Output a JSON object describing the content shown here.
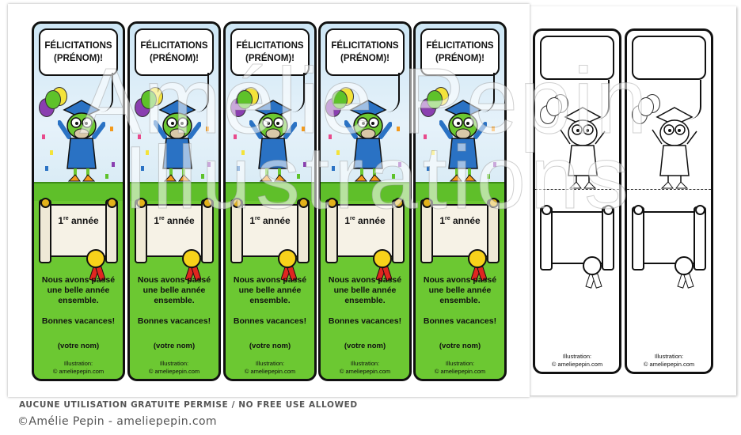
{
  "color_bookmarks": [
    {
      "bubble_line1": "FÉLICITATIONS",
      "bubble_line2": "(PRÉNOM)!",
      "grade_num": "1",
      "grade_sup": "re",
      "grade_word": "année",
      "msg_l1": "Nous avons passé",
      "msg_l2": "une belle année",
      "msg_l3": "ensemble.",
      "msg_vacances": "Bonnes vacances!",
      "msg_name": "(votre nom)",
      "credit_l1": "Illustration:",
      "credit_l2": "© ameliepepin.com"
    },
    {
      "bubble_line1": "FÉLICITATIONS",
      "bubble_line2": "(PRÉNOM)!",
      "grade_num": "1",
      "grade_sup": "re",
      "grade_word": "année",
      "msg_l1": "Nous avons passé",
      "msg_l2": "une belle année",
      "msg_l3": "ensemble.",
      "msg_vacances": "Bonnes vacances!",
      "msg_name": "(votre nom)",
      "credit_l1": "Illustration:",
      "credit_l2": "© ameliepepin.com"
    },
    {
      "bubble_line1": "FÉLICITATIONS",
      "bubble_line2": "(PRÉNOM)!",
      "grade_num": "1",
      "grade_sup": "re",
      "grade_word": "année",
      "msg_l1": "Nous avons passé",
      "msg_l2": "une belle année",
      "msg_l3": "ensemble.",
      "msg_vacances": "Bonnes vacances!",
      "msg_name": "(votre nom)",
      "credit_l1": "Illustration:",
      "credit_l2": "© ameliepepin.com"
    },
    {
      "bubble_line1": "FÉLICITATIONS",
      "bubble_line2": "(PRÉNOM)!",
      "grade_num": "1",
      "grade_sup": "re",
      "grade_word": "année",
      "msg_l1": "Nous avons passé",
      "msg_l2": "une belle année",
      "msg_l3": "ensemble.",
      "msg_vacances": "Bonnes vacances!",
      "msg_name": "(votre nom)",
      "credit_l1": "Illustration:",
      "credit_l2": "© ameliepepin.com"
    },
    {
      "bubble_line1": "FÉLICITATIONS",
      "bubble_line2": "(PRÉNOM)!",
      "grade_num": "1",
      "grade_sup": "re",
      "grade_word": "année",
      "msg_l1": "Nous avons passé",
      "msg_l2": "une belle année",
      "msg_l3": "ensemble.",
      "msg_vacances": "Bonnes vacances!",
      "msg_name": "(votre nom)",
      "credit_l1": "Illustration:",
      "credit_l2": "© ameliepepin.com"
    }
  ],
  "bw_bookmarks": [
    {
      "credit_l1": "Illustration:",
      "credit_l2": "© ameliepepin.com"
    },
    {
      "credit_l1": "Illustration:",
      "credit_l2": "© ameliepepin.com"
    }
  ],
  "watermark": {
    "line1": "Amélie Pepin",
    "line2": "Illustrations"
  },
  "footer": {
    "notice": "AUCUNE UTILISATION GRATUITE PERMISE / NO FREE USE ALLOWED",
    "copyright": "©Amélie Pepin - ameliepepin.com"
  },
  "colors": {
    "grass_green": "#6cc832",
    "sky_blue": "#cde6f5",
    "gown_blue": "#2a72c4",
    "seal_yellow": "#f7d21a",
    "ribbon_red": "#e0261f",
    "balloon_purple": "#8a3fb0",
    "balloon_green": "#5ec22a",
    "balloon_yellow": "#f4e33a"
  }
}
